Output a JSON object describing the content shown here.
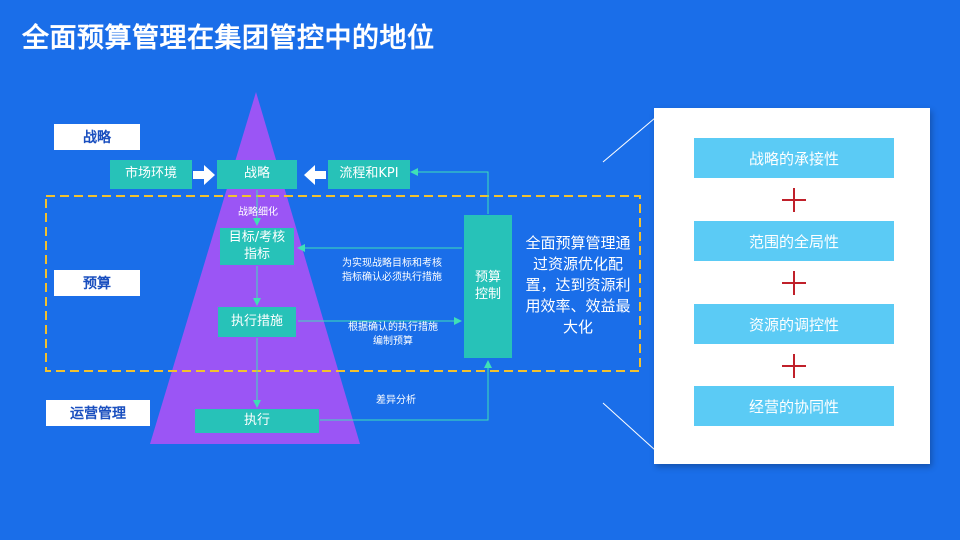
{
  "title": "全面预算管理在集团管控中的地位",
  "levels": {
    "strategy": "战略",
    "budget": "预算",
    "operations": "运营管理"
  },
  "boxes": {
    "market": "市场环境",
    "strategy": "战略",
    "process_kpi": "流程和KPI",
    "targets": "目标/考核\n指标",
    "measures": "执行措施",
    "execution": "执行",
    "budget_control": "预算\n控制"
  },
  "notes": {
    "refine": "战略细化",
    "confirm_measures": "为实现战略目标和考核\n指标确认必须执行措施",
    "prepare_budget": "根据确认的执行措施\n编制预算",
    "variance": "差异分析"
  },
  "summary": "全面预算管理通过资源优化配置，达到资源利用效率、效益最大化",
  "panel": {
    "items": [
      "战略的承接性",
      "范围的全局性",
      "资源的调控性",
      "经营的协同性"
    ]
  },
  "colors": {
    "background": "#1a6ee9",
    "pyramid": "#9b55f5",
    "teal_box": "#27c2b8",
    "dashed_border": "#f2c12e",
    "panel_box": "#5bcbf5",
    "plus": "#c0202a"
  }
}
